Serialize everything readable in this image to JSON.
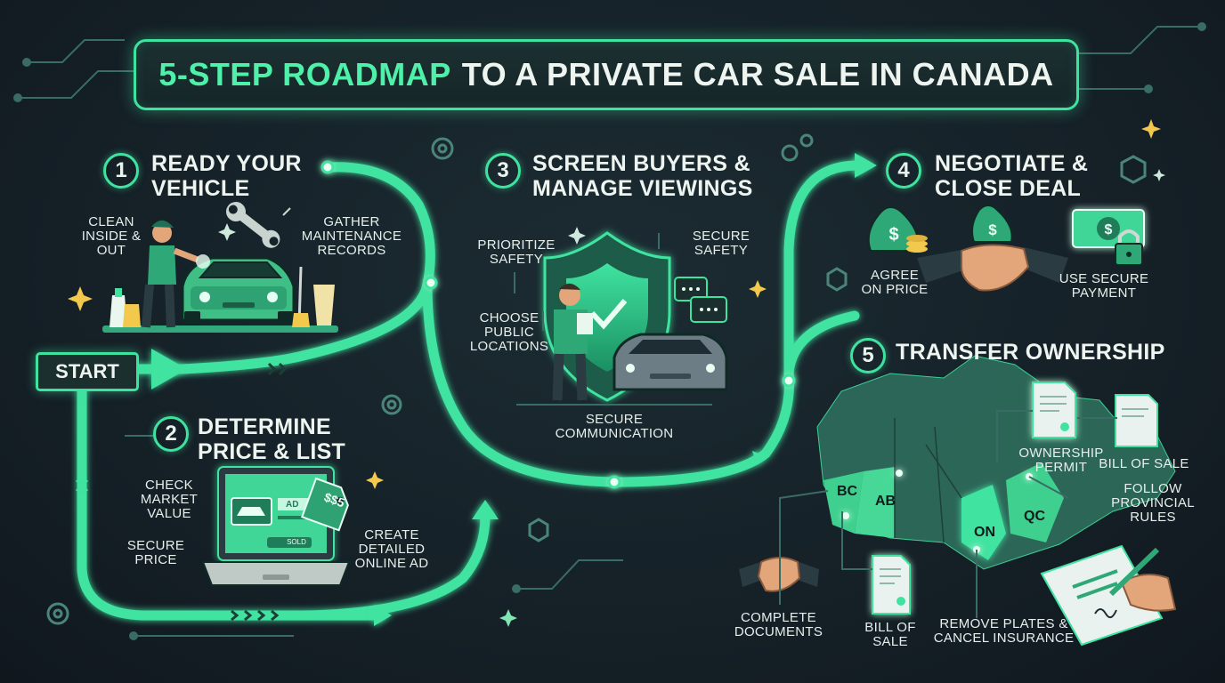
{
  "title": {
    "accent": "5-STEP ROADMAP",
    "rest": "TO A PRIVATE CAR SALE IN CANADA"
  },
  "start_label": "START",
  "colors": {
    "accent": "#3fe3a0",
    "background": "#16222a",
    "text": "#eef4f0",
    "gold": "#f2c94c"
  },
  "steps": [
    {
      "number": "1",
      "title_lines": [
        "READY YOUR",
        "VEHICLE"
      ],
      "labels": {
        "clean": [
          "CLEAN",
          "INSIDE &",
          "OUT"
        ],
        "records": [
          "GATHER",
          "MAINTENANCE",
          "RECORDS"
        ]
      },
      "icons": [
        "person-washing-car-icon",
        "wrench-icon",
        "spray-bottle-icon",
        "bucket-icon"
      ]
    },
    {
      "number": "2",
      "title_lines": [
        "DETERMINE",
        "PRICE & LIST"
      ],
      "labels": {
        "market": [
          "CHECK",
          "MARKET",
          "VALUE"
        ],
        "price": [
          "SECURE",
          "PRICE"
        ],
        "ad": [
          "CREATE",
          "DETAILED",
          "ONLINE AD"
        ]
      },
      "laptop": {
        "ad_tag": "AD",
        "price_tag": "$$5",
        "button": "SOLD"
      },
      "icons": [
        "laptop-icon",
        "price-tag-icon"
      ]
    },
    {
      "number": "3",
      "title_lines": [
        "SCREEN BUYERS &",
        "MANAGE VIEWINGS"
      ],
      "labels": {
        "prioritize": [
          "PRIORITIZE",
          "SAFETY"
        ],
        "secure_safety": [
          "SECURE",
          "SAFETY"
        ],
        "public": [
          "CHOOSE",
          "PUBLIC",
          "LOCATIONS"
        ],
        "communication": [
          "SECURE",
          "COMMUNICATION"
        ]
      },
      "icons": [
        "shield-icon",
        "person-icon",
        "car-icon",
        "chat-bubble-icon"
      ]
    },
    {
      "number": "4",
      "title_lines": [
        "NEGOTIATE &",
        "CLOSE DEAL"
      ],
      "labels": {
        "agree": [
          "AGREE",
          "ON PRICE"
        ],
        "payment": [
          "USE SECURE",
          "PAYMENT"
        ]
      },
      "icons": [
        "money-bag-icon",
        "handshake-icon",
        "banknote-icon",
        "lock-icon"
      ]
    },
    {
      "number": "5",
      "title_lines": [
        "TRANSFER OWNERSHIP"
      ],
      "labels": {
        "permit": [
          "OWNERSHIP",
          "PERMIT"
        ],
        "bill_right": [
          "BILL OF SALE"
        ],
        "follow": [
          "FOLLOW",
          "PROVINCIAL",
          "RULES"
        ],
        "complete": [
          "COMPLETE",
          "DOCUMENTS"
        ],
        "bill_bottom": [
          "BILL OF",
          "SALE"
        ],
        "remove": [
          "REMOVE PLATES &",
          "CANCEL INSURANCE"
        ]
      },
      "provinces": [
        "BC",
        "AB",
        "ON",
        "QC"
      ],
      "icons": [
        "canada-map-icon",
        "document-icon",
        "handshake-icon",
        "signing-hand-icon"
      ]
    }
  ]
}
